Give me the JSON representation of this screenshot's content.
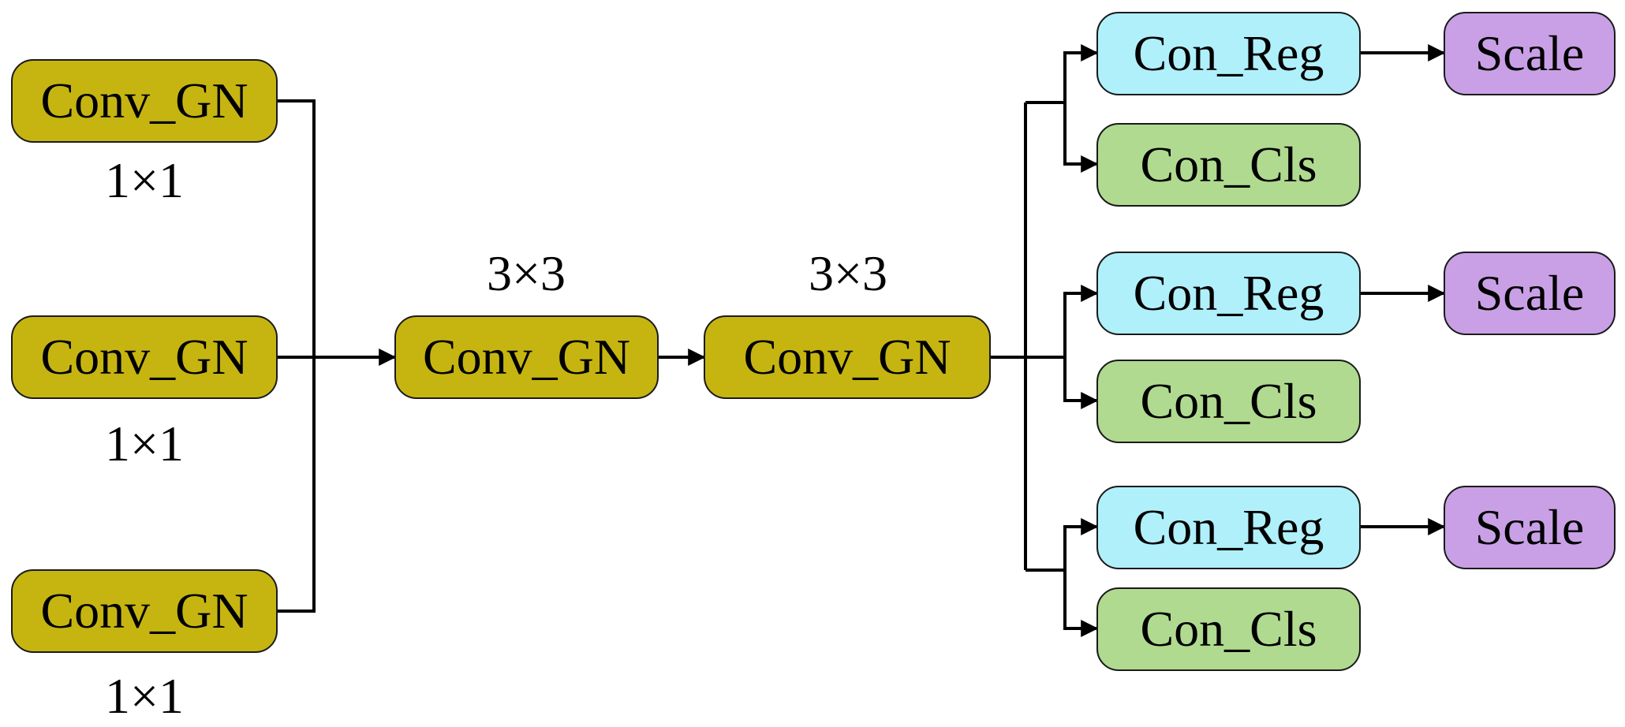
{
  "colors": {
    "conv": "#c6b511",
    "reg": "#b0f0fb",
    "cls": "#b0da90",
    "scale": "#c9a0e6",
    "line": "#000000"
  },
  "input_blocks": [
    {
      "label": "Conv_GN",
      "kernel": "1×1"
    },
    {
      "label": "Conv_GN",
      "kernel": "1×1"
    },
    {
      "label": "Conv_GN",
      "kernel": "1×1"
    }
  ],
  "middle_blocks": [
    {
      "label": "Conv_GN",
      "kernel": "3×3"
    },
    {
      "label": "Conv_GN",
      "kernel": "3×3"
    }
  ],
  "heads": [
    {
      "reg": "Con_Reg",
      "cls": "Con_Cls",
      "scale": "Scale"
    },
    {
      "reg": "Con_Reg",
      "cls": "Con_Cls",
      "scale": "Scale"
    },
    {
      "reg": "Con_Reg",
      "cls": "Con_Cls",
      "scale": "Scale"
    }
  ]
}
